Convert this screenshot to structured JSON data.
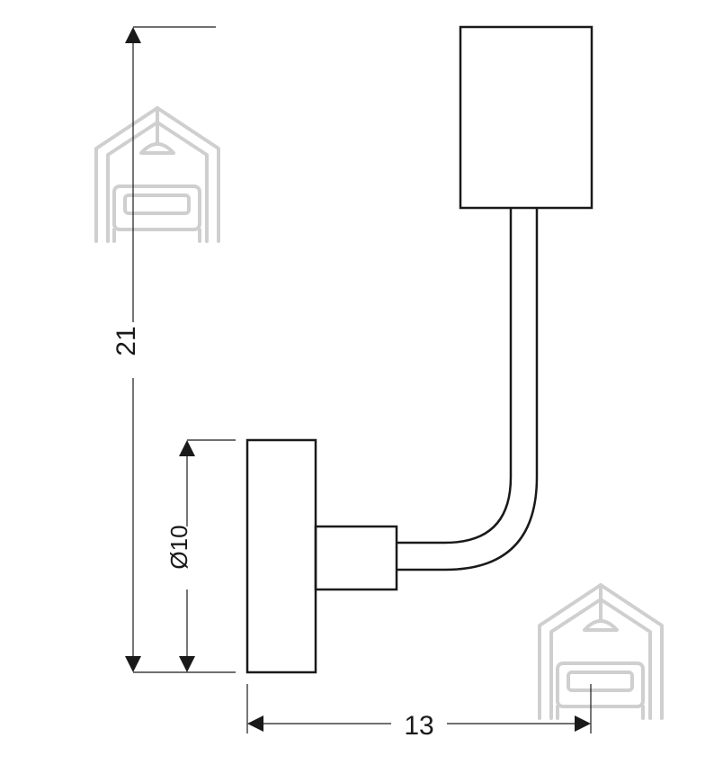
{
  "dimensions": {
    "height": "21",
    "diameter": "Ø10",
    "width": "13"
  },
  "colors": {
    "line": "#1a1a1a",
    "watermark": "#cfcfcf",
    "background": "#ffffff"
  },
  "icons": [
    "house-lamp-watermark-icon",
    "arrow-head-icon"
  ]
}
